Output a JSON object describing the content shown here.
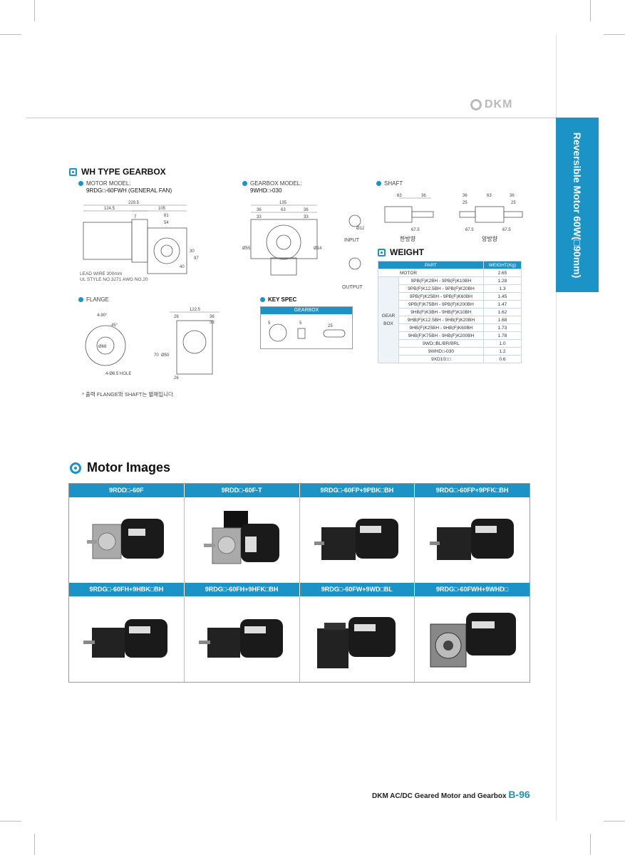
{
  "brand": "DKM",
  "side_tab": "Reversible Motor 60W(□90mm)",
  "wh": {
    "title": "WH TYPE GEARBOX",
    "motor_model_label": "MOTOR MODEL:",
    "motor_model_value": "9RDG□-60FWH (GENERAL FAN)",
    "gearbox_model_label": "GEARBOX MODEL:",
    "gearbox_model_value": "9WHD□-030",
    "shaft_label": "SHAFT",
    "flange_label": "FLANGE",
    "keyspec_label": "KEY SPEC",
    "keyspec_header": "GEARBOX",
    "lead_wire_1": "LEAD WIRE 300mm",
    "lead_wire_2": "UL STYLE NO.3271 AWG NO.20",
    "input_label": "INPUT",
    "output_label": "OUTPUT",
    "shaft_one_side": "한방향",
    "shaft_both_side": "양방향",
    "note": "* 출력 FLANGE와 SHAFT는 별매입니다."
  },
  "dims": {
    "motor": {
      "total": "229.5",
      "d1": "124.5",
      "d2": "105",
      "d3": "81",
      "d4": "54",
      "d5": "7",
      "d6": "30",
      "d7": "40",
      "d8": "97"
    },
    "gearbox": {
      "w": "135",
      "a": "36",
      "b": "63",
      "c": "36",
      "d": "33",
      "e": "33",
      "f": "Ø55",
      "g": "Ø14"
    },
    "shaft": {
      "a": "63",
      "b": "36",
      "c": "67.5",
      "d": "36",
      "e": "63",
      "f": "36",
      "g": "25",
      "h": "25",
      "i": "67.5",
      "j": "67.5",
      "k": "Ø12"
    },
    "flange": {
      "ang1": "4-90°",
      "ang2": "45°",
      "hole": "4-Ø6.5 HOLE",
      "pcd": "Ø68",
      "w": "122.5",
      "a": "26",
      "b": "36",
      "c": "33",
      "d": "70",
      "e": "Ø50",
      "f": "26"
    },
    "key": {
      "a": "5",
      "b": "5",
      "c": "25"
    }
  },
  "weight": {
    "title": "WEIGHT",
    "col_part": "PART",
    "col_weight": "WEIGHT(Kg)",
    "motor_label": "MOTOR",
    "motor_value": "2.65",
    "gearbox_label_1": "GEAR",
    "gearbox_label_2": "BOX",
    "rows": [
      {
        "part": "9PB(F)K2BH - 9PB(F)K10BH",
        "weight": "1.28"
      },
      {
        "part": "9PB(F)K12.5BH - 9PB(F)K20BH",
        "weight": "1.3"
      },
      {
        "part": "9PB(F)K25BH - 9PB(F)K60BH",
        "weight": "1.45"
      },
      {
        "part": "9PB(F)K75BH - 9PB(F)K200BH",
        "weight": "1.47"
      },
      {
        "part": "9HB(F)K3BH - 9HB(F)K10BH",
        "weight": "1.62"
      },
      {
        "part": "9HB(F)K12.5BH - 9HB(F)K20BH",
        "weight": "1.68"
      },
      {
        "part": "9HB(F)K25BH - 9HB(F)K60BH",
        "weight": "1.73"
      },
      {
        "part": "9HB(F)K75BH - 9HB(F)K200BH",
        "weight": "1.78"
      },
      {
        "part": "9WD□BL/BR/BRL",
        "weight": "1.0"
      },
      {
        "part": "9WHD□-030",
        "weight": "1.2"
      },
      {
        "part": "9XD10□□",
        "weight": "0.6"
      }
    ]
  },
  "motor_images": {
    "title": "Motor Images",
    "row1": [
      "9RDD□-60F",
      "9RDD□-60F-T",
      "9RDG□-60FP+9PBK□BH",
      "9RDG□-60FP+9PFK□BH"
    ],
    "row2": [
      "9RDG□-60FH+9HBK□BH",
      "9RDG□-60FH+9HFK□BH",
      "9RDG□-60FW+9WD□BL",
      "9RDG□-60FWH+9WHD□"
    ]
  },
  "footer": {
    "text": "DKM AC/DC Geared Motor and Gearbox",
    "page": "B-96"
  }
}
